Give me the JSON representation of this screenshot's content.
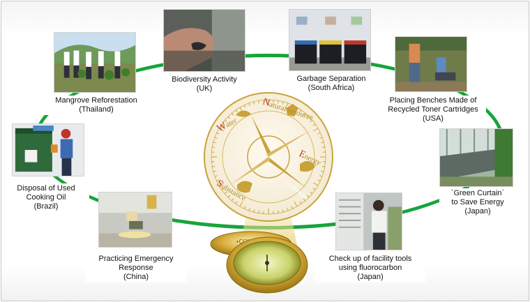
{
  "activities": [
    {
      "id": "mangrove",
      "title": "Mangrove Reforestation",
      "place": "(Thailand)"
    },
    {
      "id": "biodiversity",
      "title": "Biodiversity Activity",
      "place": "(UK)"
    },
    {
      "id": "garbage",
      "title": "Garbage Separation",
      "place": "(South Africa)"
    },
    {
      "id": "benches",
      "title_line1": "Placing Benches Made of",
      "title_line2": "Recycled Toner Cartridges",
      "place": "(USA)"
    },
    {
      "id": "curtain",
      "title_line1": "`Green Curtain`",
      "title_line2": "to Save Energy",
      "place": "(Japan)"
    },
    {
      "id": "facility",
      "title_line1": "Check up of facility tools",
      "title_line2": "using fluorocarbon",
      "place": "(Japan)"
    },
    {
      "id": "emergency",
      "title_line1": "Practicing Emergency",
      "title_line2": "Response",
      "place": "(China)"
    },
    {
      "id": "cooking-oil",
      "title_line1": "Disposal of Used",
      "title_line2": "Cooking Oil",
      "place": "(Brazil)"
    }
  ],
  "compass": {
    "words": [
      "Water",
      "Natural resource",
      "Energy",
      "Substance"
    ],
    "needle_label": "+COMPASS",
    "lid_label": "+COMPASS"
  },
  "colors": {
    "ring": "#17a43a",
    "gold": "#c9a23a",
    "red_letter": "#c0392b"
  }
}
